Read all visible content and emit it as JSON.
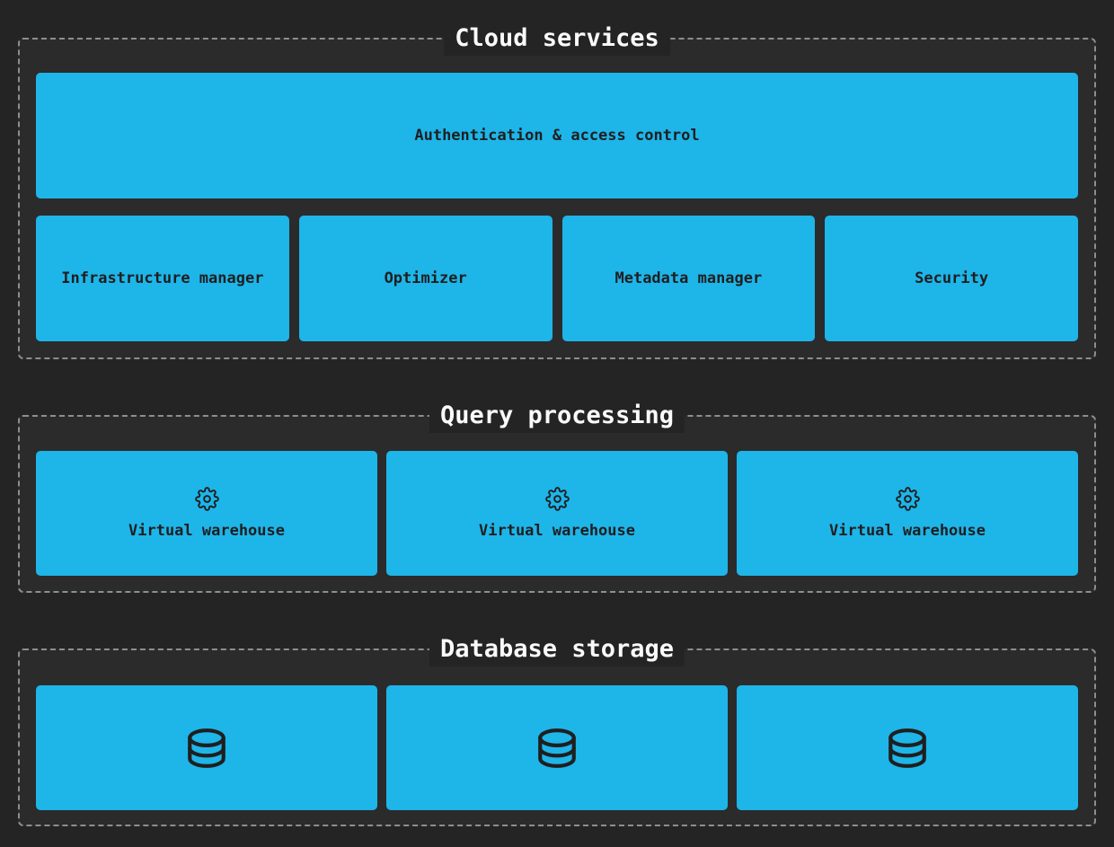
{
  "theme": {
    "page_bg": "#242424",
    "section_bg": "#2b2b2b",
    "dashed_border": "#8e8e8e",
    "accent": "#1eb5e9",
    "title_color": "#fafafa",
    "text_on_accent": "#1f1f1f"
  },
  "sections": [
    {
      "title": "Cloud services",
      "banner": {
        "label": "Authentication & access control"
      },
      "boxes": [
        {
          "label": "Infrastructure manager"
        },
        {
          "label": "Optimizer"
        },
        {
          "label": "Metadata manager"
        },
        {
          "label": "Security"
        }
      ]
    },
    {
      "title": "Query processing",
      "boxes": [
        {
          "icon": "gear-icon",
          "label": "Virtual warehouse"
        },
        {
          "icon": "gear-icon",
          "label": "Virtual warehouse"
        },
        {
          "icon": "gear-icon",
          "label": "Virtual warehouse"
        }
      ]
    },
    {
      "title": "Database storage",
      "boxes": [
        {
          "icon": "database-icon"
        },
        {
          "icon": "database-icon"
        },
        {
          "icon": "database-icon"
        }
      ]
    }
  ]
}
